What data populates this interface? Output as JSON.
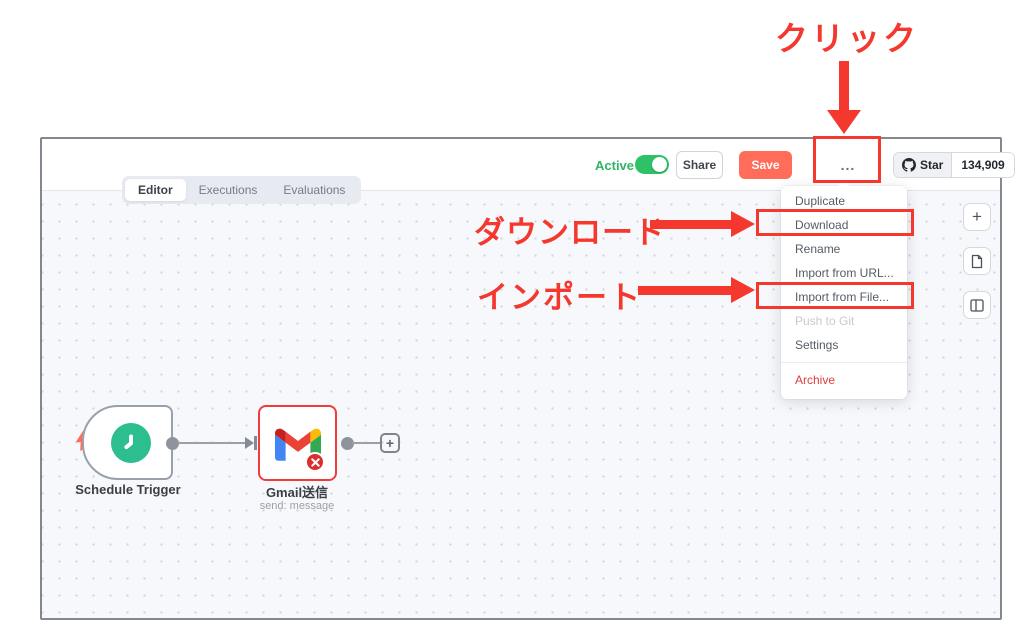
{
  "colors": {
    "accent-red": "#f5382e",
    "save-orange": "#ff6d5a",
    "toggle-green": "#2fc168",
    "active-green": "#2fb565",
    "schedule-green": "#2cbe8e",
    "node-error-red": "#f23c3c",
    "badge-red": "#dd2c2c"
  },
  "annotations": {
    "click": "クリック",
    "download": "ダウンロード",
    "import": "インポート"
  },
  "toolbar": {
    "active_label": "Active",
    "share": "Share",
    "save": "Save",
    "more": "...",
    "github_star": {
      "label": "Star",
      "count": "134,909"
    }
  },
  "tabs": {
    "items": [
      {
        "label": "Editor",
        "active": true
      },
      {
        "label": "Executions",
        "active": false
      },
      {
        "label": "Evaluations",
        "active": false
      }
    ]
  },
  "menu": {
    "items": [
      {
        "label": "Duplicate"
      },
      {
        "label": "Download",
        "highlighted": true
      },
      {
        "label": "Rename"
      },
      {
        "label": "Import from URL..."
      },
      {
        "label": "Import from File...",
        "highlighted": true
      },
      {
        "label": "Push to Git",
        "disabled": true
      },
      {
        "label": "Settings"
      },
      {
        "label": "Archive",
        "danger": true
      }
    ]
  },
  "workflow": {
    "trigger": {
      "label": "Schedule Trigger"
    },
    "gmail": {
      "label": "Gmail送信",
      "subtitle": "send: message"
    },
    "plus": "+"
  }
}
